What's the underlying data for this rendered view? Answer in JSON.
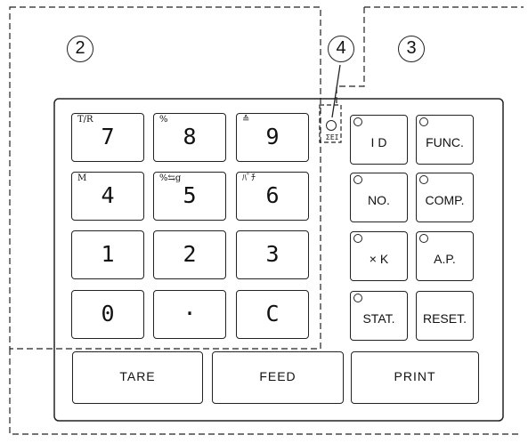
{
  "callouts": {
    "c2": "2",
    "c3": "3",
    "c4": "4"
  },
  "indicator_label": "ΣEI",
  "numeric_keys": [
    {
      "label": "7",
      "sup": "T/R"
    },
    {
      "label": "8",
      "sup": "%"
    },
    {
      "label": "9",
      "sup": "≙"
    },
    {
      "label": "4",
      "sup": "M"
    },
    {
      "label": "5",
      "sup": "%⇆g"
    },
    {
      "label": "6",
      "sup": "ﾊﾞﾁ"
    },
    {
      "label": "1",
      "sup": ""
    },
    {
      "label": "2",
      "sup": ""
    },
    {
      "label": "3",
      "sup": ""
    },
    {
      "label": "0",
      "sup": ""
    },
    {
      "label": "·",
      "sup": ""
    },
    {
      "label": "C",
      "sup": ""
    }
  ],
  "function_keys": [
    {
      "label": "I D",
      "led": true
    },
    {
      "label": "FUNC.",
      "led": true
    },
    {
      "label": "NO.",
      "led": true
    },
    {
      "label": "COMP.",
      "led": true
    },
    {
      "label": "× K",
      "led": true
    },
    {
      "label": "A.P.",
      "led": true
    },
    {
      "label": "STAT.",
      "led": true
    },
    {
      "label": "RESET.",
      "led": false
    }
  ],
  "bottom_keys": {
    "tare": "TARE",
    "feed": "FEED",
    "print": "PRINT"
  }
}
